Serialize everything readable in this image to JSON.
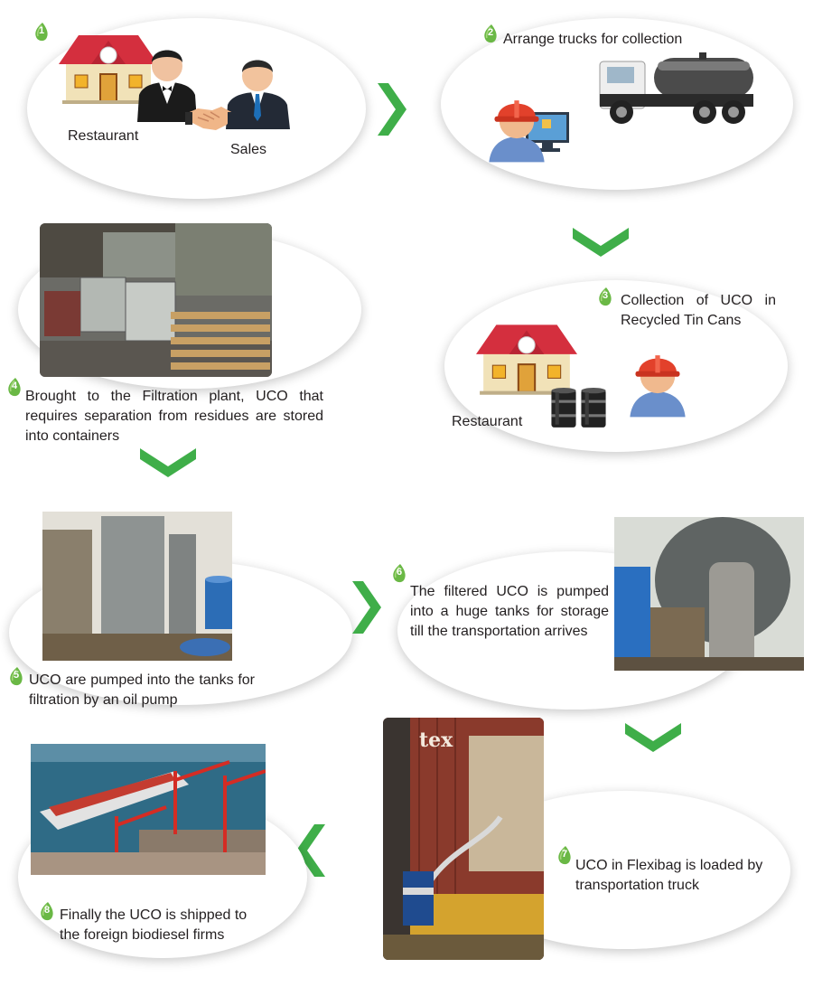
{
  "accent_color": "#3fae49",
  "steps": [
    {
      "num": "1",
      "labels": [
        "Restaurant",
        "Sales"
      ]
    },
    {
      "num": "2",
      "text": "Arrange trucks for collection"
    },
    {
      "num": "3",
      "text_lines": [
        "Collection of UCO in",
        "Recycled Tin Cans"
      ],
      "label": "Restaurant"
    },
    {
      "num": "4",
      "text": "Brought to the Filtration plant, UCO that requires separation from residues are stored into containers"
    },
    {
      "num": "5",
      "text": "UCO are pumped into the tanks for filtration by an oil pump"
    },
    {
      "num": "6",
      "text": "The filtered UCO is pumped into a huge tanks for storage till the transportation arrives"
    },
    {
      "num": "7",
      "text": "UCO in Flexibag is loaded by transportation truck",
      "container_text": "tex"
    },
    {
      "num": "8",
      "text": "Finally the UCO is shipped to the foreign biodiesel firms"
    }
  ],
  "icons": [
    "restaurant-icon",
    "waiter-icon",
    "salesman-icon",
    "handshake-icon",
    "worker-icon",
    "computer-icon",
    "tanker-truck-icon",
    "oil-barrel-icon",
    "chevron-icon",
    "leaf-drop-icon"
  ]
}
